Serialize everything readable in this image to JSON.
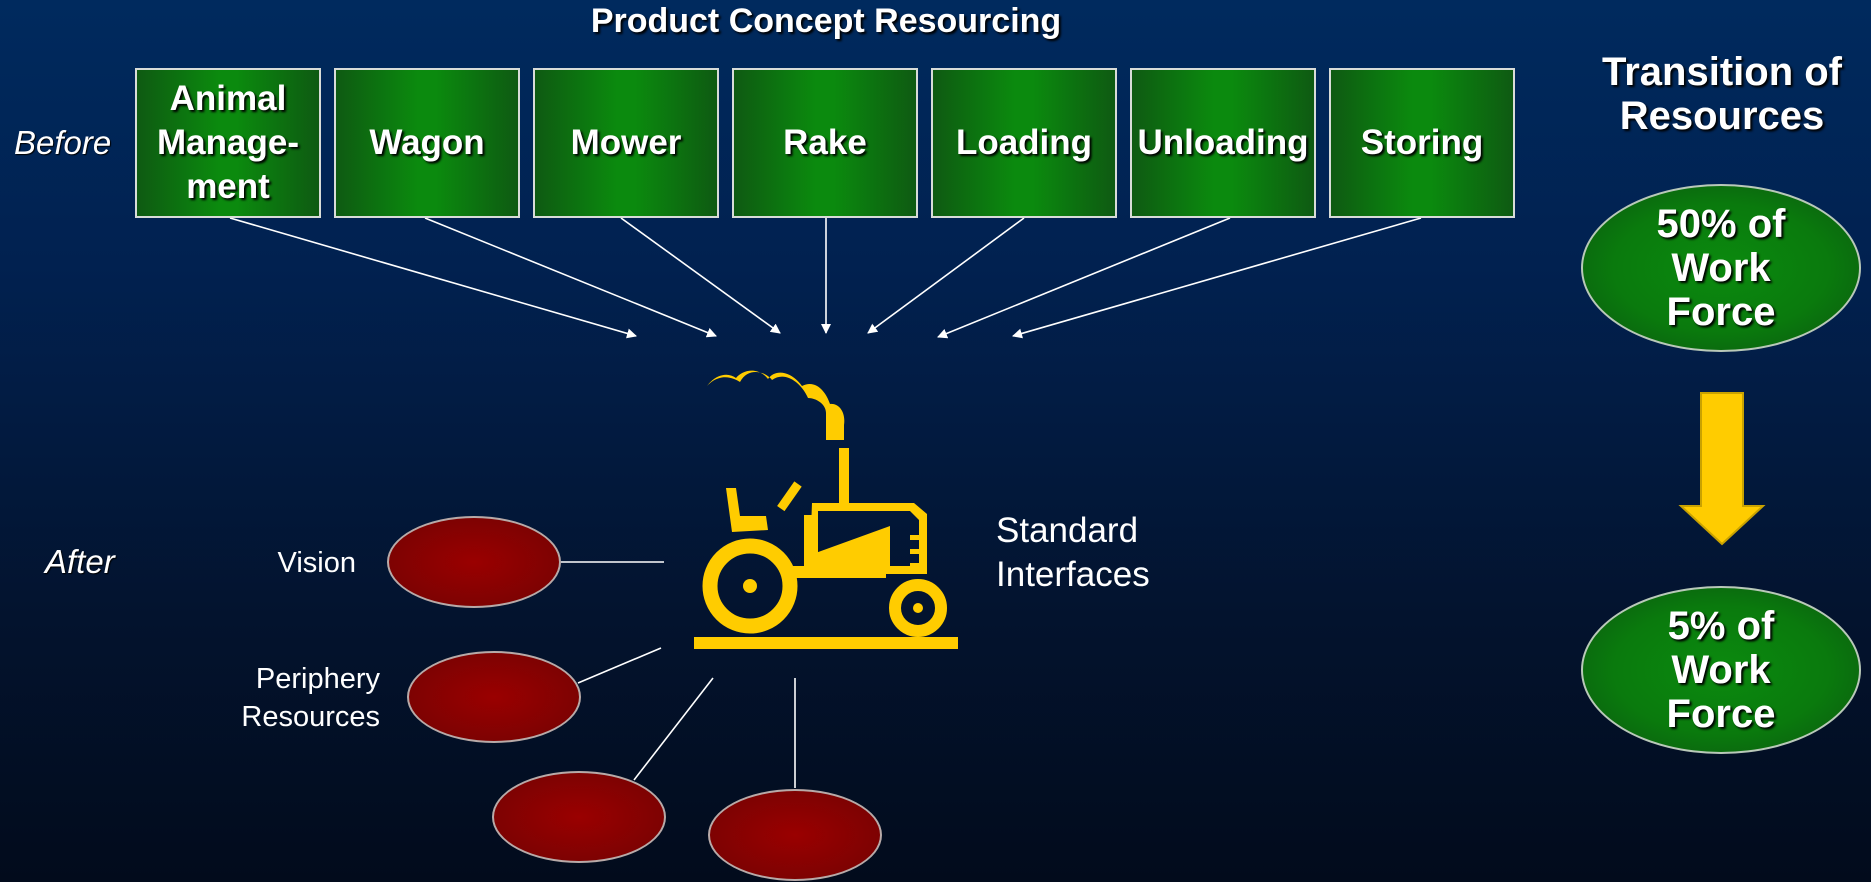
{
  "title": "Product Concept Resourcing",
  "side_title": {
    "line1": "Transition of",
    "line2": "Resources"
  },
  "labels": {
    "before": "Before",
    "after": "After",
    "standard_interfaces_line1": "Standard",
    "standard_interfaces_line2": "Interfaces",
    "vision": "Vision",
    "periphery_line1": "Periphery",
    "periphery_line2": "Resources"
  },
  "concepts": [
    {
      "lines": [
        "Animal",
        "Manage-",
        "ment"
      ]
    },
    {
      "lines": [
        "Wagon"
      ]
    },
    {
      "lines": [
        "Mower"
      ]
    },
    {
      "lines": [
        "Rake"
      ]
    },
    {
      "lines": [
        "Loading"
      ]
    },
    {
      "lines": [
        "Unloading"
      ]
    },
    {
      "lines": [
        "Storing"
      ]
    }
  ],
  "workforce": {
    "before": {
      "line1": "50% of",
      "line2": "Work",
      "line3": "Force"
    },
    "after": {
      "line1": "5% of",
      "line2": "Work",
      "line3": "Force"
    }
  },
  "icons": {
    "tractor": "tractor-icon",
    "transition_arrow": "down-arrow-icon"
  },
  "colors": {
    "concept_box": "#0b8a0e",
    "resource_oval": "#8b0000",
    "tractor": "#ffcc00",
    "arrow": "#ffcc00"
  }
}
